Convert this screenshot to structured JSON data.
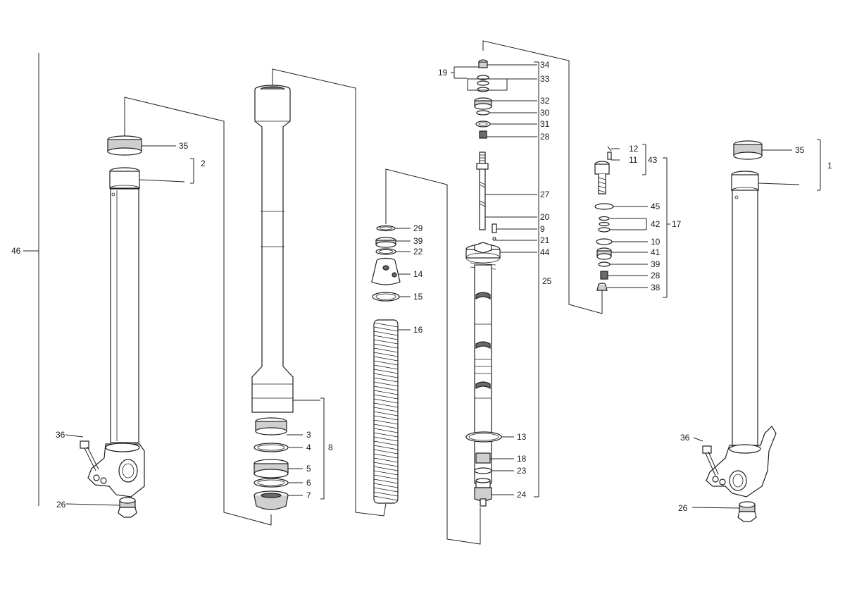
{
  "callouts": {
    "c1": "1",
    "c2": "2",
    "c3": "3",
    "c4": "4",
    "c5": "5",
    "c6": "6",
    "c7": "7",
    "c8": "8",
    "c9": "9",
    "c10": "10",
    "c11": "11",
    "c12": "12",
    "c13": "13",
    "c14": "14",
    "c15": "15",
    "c16": "16",
    "c17": "17",
    "c18": "18",
    "c19": "19",
    "c20": "20",
    "c21": "21",
    "c22": "22",
    "c23": "23",
    "c24": "24",
    "c25": "25",
    "c26a": "26",
    "c26b": "26",
    "c27": "27",
    "c28a": "28",
    "c28b": "28",
    "c29": "29",
    "c30": "30",
    "c31": "31",
    "c32": "32",
    "c33": "33",
    "c34": "34",
    "c35a": "35",
    "c35b": "35",
    "c36a": "36",
    "c36b": "36",
    "c38": "38",
    "c39a": "39",
    "c39b": "39",
    "c41": "41",
    "c42": "42",
    "c43": "43",
    "c44": "44",
    "c45": "45",
    "c46": "46"
  }
}
